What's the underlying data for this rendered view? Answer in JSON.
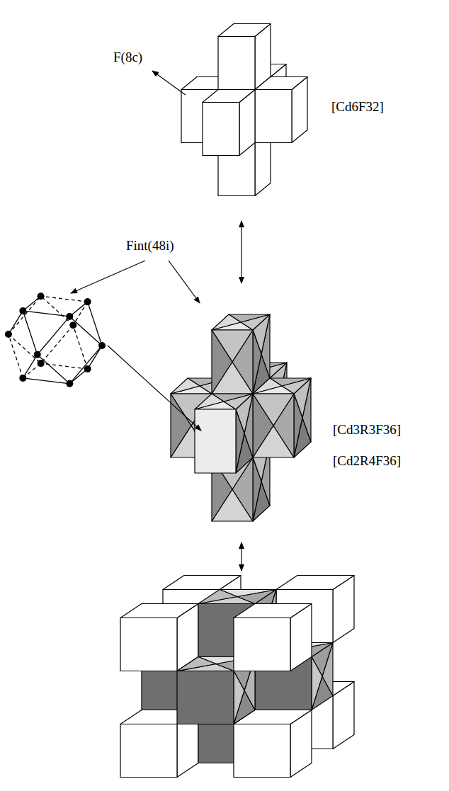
{
  "diagram": {
    "labels": [
      "F(8c)",
      "[Cd6F32]",
      "Fint(48i)",
      "[Cd3R3F36]",
      "[Cd2R4F36]"
    ]
  }
}
